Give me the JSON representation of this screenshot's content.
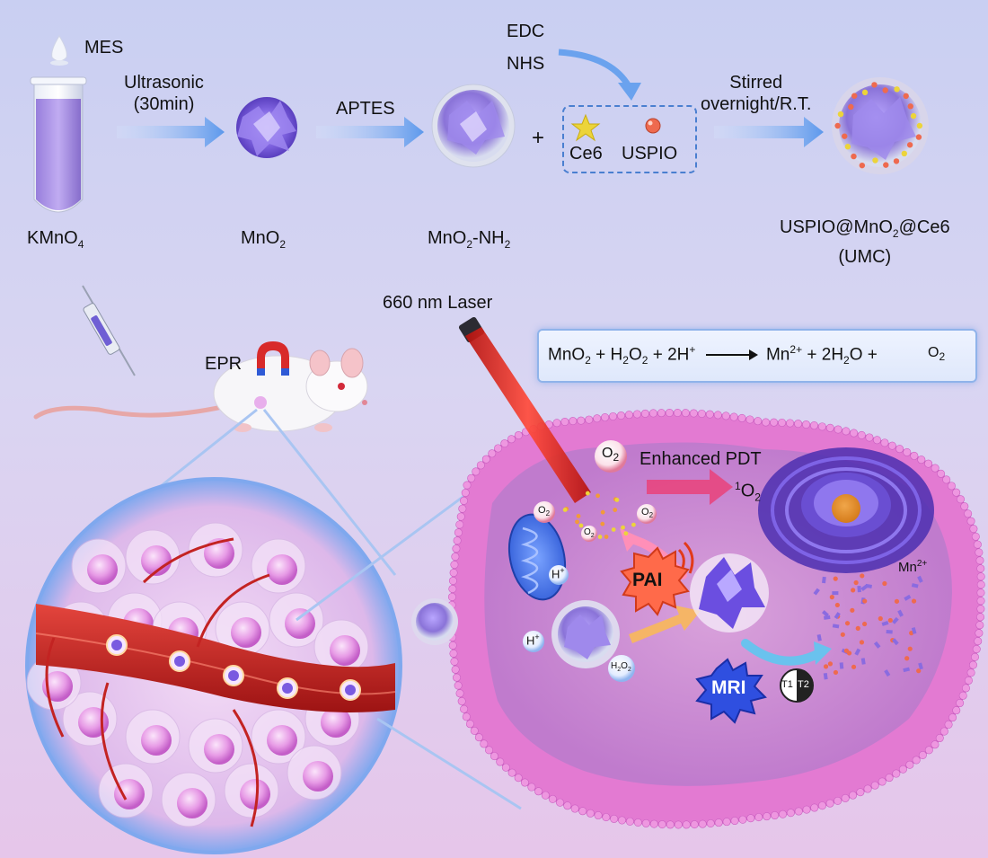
{
  "synthesis": {
    "kmno4_name": "KMnO",
    "kmno4_sub": "4",
    "mes_label": "MES",
    "step1_line1": "Ultrasonic",
    "step1_line2": "(30min)",
    "mno2_name": "MnO",
    "mno2_sub": "2",
    "step2_label": "APTES",
    "mno2nh2_a": "MnO",
    "mno2nh2_sub1": "2",
    "mno2nh2_b": "-NH",
    "mno2nh2_sub2": "2",
    "reagent_edc": "EDC",
    "reagent_nhs": "NHS",
    "plus": "+",
    "ce6_label": "Ce6",
    "uspio_label": "USPIO",
    "step3_line1": "Stirred",
    "step3_line2": "overnight/R.T.",
    "product_a": "USPIO@MnO",
    "product_sub": "2",
    "product_b": "@Ce6",
    "product_abbr": "(UMC)"
  },
  "therapy": {
    "epr_label": "EPR",
    "laser_label": "660 nm Laser",
    "enhanced_pdt": "Enhanced PDT",
    "singlet_sup": "1",
    "singlet_o": "O",
    "singlet_sub": "2",
    "pai_label": "PAI",
    "mri_label": "MRI",
    "t1_label": "T1",
    "t2_label": "T2",
    "mn2_label": "Mn",
    "mn2_sup": "2+",
    "hplus": "H",
    "hplus_sup": "+",
    "o2": "O",
    "o2_sub": "2",
    "h2o2_a": "H",
    "h2o2_sub1": "2",
    "h2o2_b": "O",
    "h2o2_sub2": "2"
  },
  "equation": {
    "r1": "MnO",
    "r1_sub": "2",
    "plus1": "+",
    "r2a": "H",
    "r2_sub1": "2",
    "r2b": "O",
    "r2_sub2": "2",
    "plus2": "+",
    "r3": "2H",
    "r3_sup": "+",
    "p1": "Mn",
    "p1_sup": "2+",
    "plus3": "+",
    "p2a": "2H",
    "p2_sub": "2",
    "p2b": "O",
    "plus4": "+",
    "p3": "O",
    "p3_sub": "2"
  },
  "colors": {
    "arrow_blue": "#6aa2ee",
    "laser_red": "#e0231f",
    "membrane_pink": "#e37ad2",
    "cell_interior": "#cd8fcf",
    "particle_purple": "#8a6be0",
    "vessel_red": "#c32322"
  }
}
